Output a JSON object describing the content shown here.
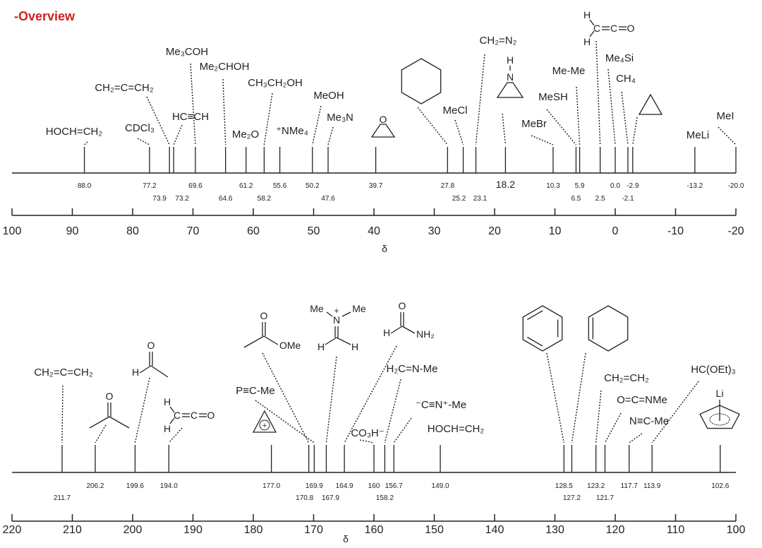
{
  "title": "-Overview",
  "panels": [
    {
      "axis": {
        "min": -20,
        "max": 100,
        "ticks": [
          "100",
          "90",
          "80",
          "70",
          "60",
          "50",
          "40",
          "30",
          "20",
          "10",
          "0",
          "-10",
          "-20"
        ],
        "label": "δ"
      },
      "peaks": [
        {
          "shift": 88.0,
          "shift_label": "88.0",
          "compound": "HOCH=CH₂"
        },
        {
          "shift": 77.2,
          "shift_label": "77.2",
          "compound": "CDCl₃"
        },
        {
          "shift": 73.9,
          "shift_label": "73.9",
          "compound": "CH₂=C=CH₂"
        },
        {
          "shift": 73.2,
          "shift_label": "73.2",
          "compound": "HC≡CH"
        },
        {
          "shift": 69.6,
          "shift_label": "69.6",
          "compound": "Me₃COH"
        },
        {
          "shift": 64.6,
          "shift_label": "64.6",
          "compound": "Me₂CHOH"
        },
        {
          "shift": 61.2,
          "shift_label": "61.2",
          "compound": "Me₂O"
        },
        {
          "shift": 58.2,
          "shift_label": "58.2",
          "compound": "CH₃CH₂OH"
        },
        {
          "shift": 55.6,
          "shift_label": "55.6",
          "compound": "⁺NMe₄"
        },
        {
          "shift": 50.2,
          "shift_label": "50.2",
          "compound": "MeOH"
        },
        {
          "shift": 47.6,
          "shift_label": "47.6",
          "compound": "Me₃N"
        },
        {
          "shift": 39.7,
          "shift_label": "39.7",
          "structure": "epoxide"
        },
        {
          "shift": 27.8,
          "shift_label": "27.8",
          "structure": "cyclohexane"
        },
        {
          "shift": 25.2,
          "shift_label": "25.2",
          "compound": "MeCl"
        },
        {
          "shift": 23.1,
          "shift_label": "23.1",
          "compound": "CH₂=N₂"
        },
        {
          "shift": 18.2,
          "shift_label": "18.2",
          "structure": "aziridine"
        },
        {
          "shift": 10.3,
          "shift_label": "10.3",
          "compound": "MeBr"
        },
        {
          "shift": 6.5,
          "shift_label": "6.5",
          "compound": "MeSH"
        },
        {
          "shift": 5.9,
          "shift_label": "5.9",
          "compound": "Me-Me"
        },
        {
          "shift": 2.5,
          "shift_label": "2.5",
          "structure": "ketene"
        },
        {
          "shift": 0.0,
          "shift_label": "0.0",
          "compound": "Me₄Si"
        },
        {
          "shift": -2.1,
          "shift_label": "-2.1",
          "compound": "CH₄"
        },
        {
          "shift": -2.9,
          "shift_label": "-2.9",
          "structure": "cyclopropane"
        },
        {
          "shift": -13.2,
          "shift_label": "-13.2",
          "compound": "MeLi"
        },
        {
          "shift": -20.0,
          "shift_label": "-20.0",
          "compound": "MeI"
        }
      ]
    },
    {
      "axis": {
        "min": 100,
        "max": 220,
        "ticks": [
          "220",
          "210",
          "200",
          "190",
          "180",
          "170",
          "160",
          "150",
          "140",
          "130",
          "120",
          "110",
          "100"
        ],
        "label": "δ"
      },
      "peaks": [
        {
          "shift": 211.7,
          "shift_label": "211.7",
          "compound": "CH₂=C=CH₂"
        },
        {
          "shift": 206.2,
          "shift_label": "206.2",
          "structure": "acetone"
        },
        {
          "shift": 199.6,
          "shift_label": "199.6",
          "structure": "acetaldehyde"
        },
        {
          "shift": 194.0,
          "shift_label": "194.0",
          "structure": "ketene"
        },
        {
          "shift": 177.0,
          "shift_label": "177.0",
          "structure": "cyclopropenyl-cation"
        },
        {
          "shift": 170.8,
          "shift_label": "170.8",
          "structure": "methyl-acetate"
        },
        {
          "shift": 169.9,
          "shift_label": "169.9",
          "compound": "P≡C-Me"
        },
        {
          "shift": 167.9,
          "shift_label": "167.9",
          "structure": "dimethyl-methyleneiminium"
        },
        {
          "shift": 164.9,
          "shift_label": "164.9",
          "structure": "formamide"
        },
        {
          "shift": 160,
          "shift_label": "160",
          "compound": "CO₃H⁻"
        },
        {
          "shift": 158.2,
          "shift_label": "158.2",
          "compound": "H₂C=N-Me"
        },
        {
          "shift": 156.7,
          "shift_label": "156.7",
          "compound": "⁻C≡N⁺-Me"
        },
        {
          "shift": 149.0,
          "shift_label": "149.0",
          "compound": "HOCH=CH₂"
        },
        {
          "shift": 128.5,
          "shift_label": "128.5",
          "structure": "benzene"
        },
        {
          "shift": 127.2,
          "shift_label": "127.2",
          "structure": "cyclohexene"
        },
        {
          "shift": 123.2,
          "shift_label": "123.2",
          "compound": "CH₂=CH₂"
        },
        {
          "shift": 121.7,
          "shift_label": "121.7",
          "compound": "O=C=NMe"
        },
        {
          "shift": 117.7,
          "shift_label": "117.7",
          "compound": "N≡C-Me"
        },
        {
          "shift": 113.9,
          "shift_label": "113.9",
          "compound": "HC(OEt)₃"
        },
        {
          "shift": 102.6,
          "shift_label": "102.6",
          "structure": "cyclopentadienyl-lithium"
        }
      ]
    }
  ],
  "colors": {
    "title": "#cc2222",
    "ink": "#222222"
  }
}
